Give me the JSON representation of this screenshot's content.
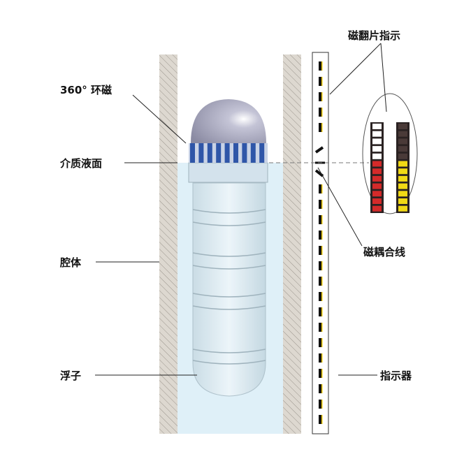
{
  "labels": {
    "ring_magnet": "360° 环磁",
    "liquid_surface": "介质液面",
    "chamber": "腔体",
    "float": "浮子",
    "flap_indicator": "磁翻片指示",
    "coupling_line": "磁耦合线",
    "indicator": "指示器"
  },
  "colors": {
    "wall": "#d9d4cc",
    "liquid": "#dff0f8",
    "float_dome": "#a9a9be",
    "ring_magnet": "#2f56a8",
    "flap_red": "#d42a2a",
    "flap_white": "#ffffff",
    "flap_yellow": "#f1d915",
    "flap_dark": "#4a3a38"
  },
  "flap_detail": {
    "left_column": [
      "white",
      "white",
      "white",
      "white",
      "white",
      "red",
      "red",
      "red",
      "red",
      "red",
      "red",
      "red"
    ],
    "right_column": [
      "dark",
      "dark",
      "dark",
      "dark",
      "dark",
      "yellow",
      "yellow",
      "yellow",
      "yellow",
      "yellow",
      "yellow",
      "yellow"
    ]
  }
}
